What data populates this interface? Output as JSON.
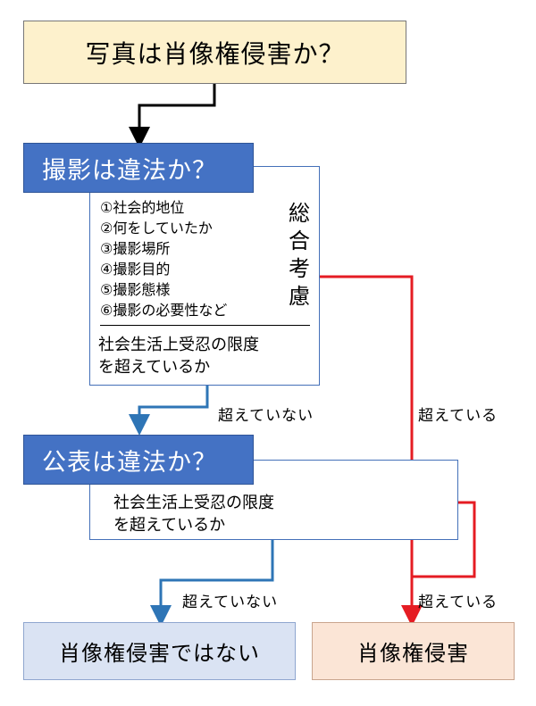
{
  "top_question": "写真は肖像権侵害か？",
  "step1": {
    "title": "撮影は違法か？",
    "factors": [
      "①社会的地位",
      "②何をしていたか",
      "③撮影場所",
      "④撮影目的",
      "⑤撮影態様",
      "⑥撮影の必要性など"
    ],
    "overall_label": [
      "総",
      "合",
      "考",
      "慮"
    ],
    "criterion_lines": [
      "社会生活上受忍の限度",
      "を超えているか"
    ]
  },
  "step2": {
    "title": "公表は違法か？",
    "criterion_lines": [
      "社会生活上受忍の限度",
      "を超えているか"
    ]
  },
  "edges": {
    "step1_not_exceeded": "超えていない",
    "step1_exceeded": "超えている",
    "step2_not_exceeded": "超えていない",
    "step2_exceeded": "超えている"
  },
  "results": {
    "not_infringement": "肖像権侵害ではない",
    "infringement": "肖像権侵害"
  },
  "colors": {
    "top_fill": "#fdf1cc",
    "header_fill": "#4472c4",
    "arrow_black": "#000000",
    "arrow_blue": "#2e75b6",
    "arrow_red": "#e51c23",
    "not_infringement_fill": "#dae3f3",
    "infringement_fill": "#fbe5d6"
  }
}
